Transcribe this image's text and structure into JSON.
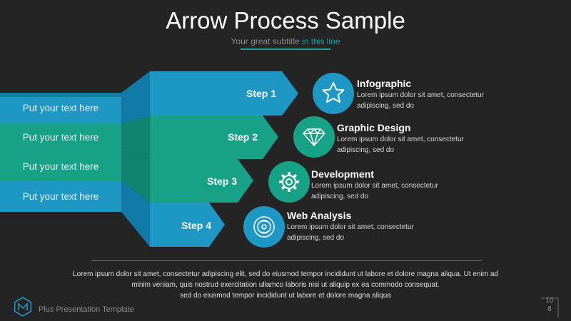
{
  "header": {
    "title": "Arrow Process Sample",
    "subtitle_a": "Your great subtitle ",
    "subtitle_b": "in this line"
  },
  "bands": [
    {
      "label": "Put your text here",
      "color": "#1f97c4"
    },
    {
      "label": "Put your text here",
      "color": "#17a288"
    },
    {
      "label": "Put your text here",
      "color": "#17a288"
    },
    {
      "label": "Put your text here",
      "color": "#1f97c4"
    }
  ],
  "steps": [
    {
      "label": "Step 1",
      "color": "#1f97c4",
      "icon": "star-icon",
      "title": "Infographic",
      "desc": "Lorem ipsum dolor sit amet, consectetur\nadipiscing, sed do"
    },
    {
      "label": "Step 2",
      "color": "#17a288",
      "icon": "diamond-icon",
      "title": "Graphic Design",
      "desc": "Lorem ipsum dolor sit amet, consectetur\nadipiscing, sed do"
    },
    {
      "label": "Step 3",
      "color": "#17a288",
      "icon": "gear-icon",
      "title": "Development",
      "desc": "Lorem ipsum dolor sit amet, consectetur\nadipiscing, sed do"
    },
    {
      "label": "Step 4",
      "color": "#1f97c4",
      "icon": "disc-icon",
      "title": "Web Analysis",
      "desc": "Lorem ipsum dolor sit amet, consectetur\nadipiscing, sed do"
    }
  ],
  "footer": {
    "text_1": "Lorem ipsum dolor sit amet, consectetur adipiscing elit, sed do eiusmod tempor incididunt ut labore et dolore magna aliqua. Ut enim ad",
    "text_2": "minim veniam, quis nostrud exercitation ullamco laboris nisi ut aliquip ex ea commodo consequat.",
    "text_3": "sed do eiusmod tempor incididunt ut labore et dolore magna aliqua",
    "brand": "Plus Presentation Template",
    "page_number_1": "10",
    "page_number_2": "8"
  },
  "colors": {
    "background": "#242424",
    "blue": "#1f97c4",
    "teal": "#17a288",
    "blue_dark": "#127aa6",
    "teal_dark": "#0f8571"
  }
}
